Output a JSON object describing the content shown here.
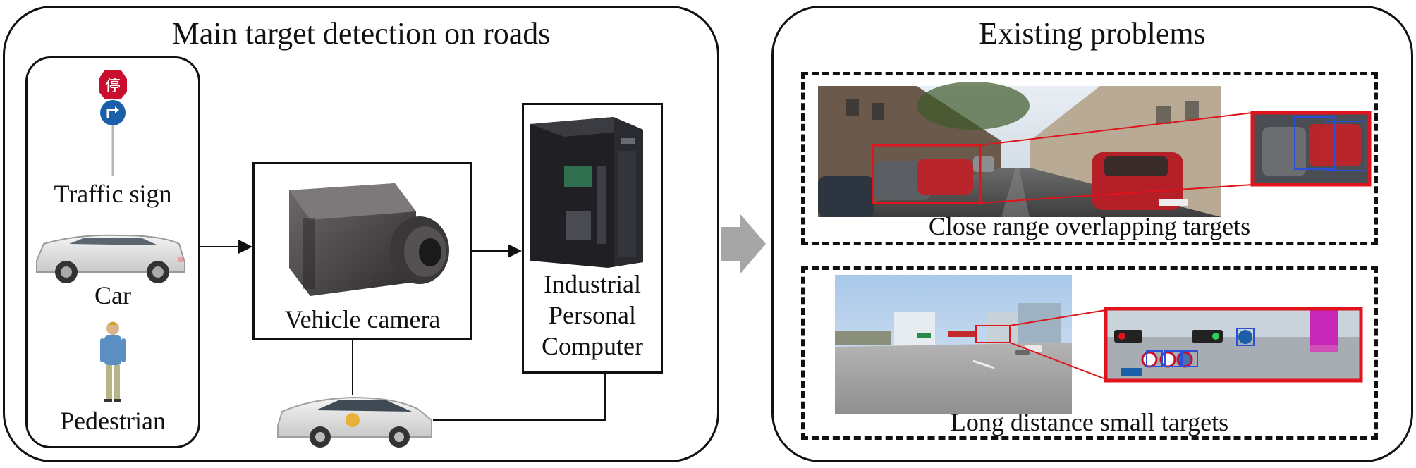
{
  "left_panel": {
    "title": "Main target detection on roads",
    "targets": {
      "traffic_sign": "Traffic sign",
      "car": "Car",
      "pedestrian": "Pedestrian",
      "stop_glyph": "停"
    },
    "camera_label": "Vehicle camera",
    "computer_label_lines": [
      "Industrial",
      "Personal",
      "Computer"
    ]
  },
  "right_panel": {
    "title": "Existing problems",
    "problems": [
      {
        "caption": "Close range overlapping targets"
      },
      {
        "caption": "Long distance small targets"
      }
    ]
  },
  "colors": {
    "line": "#111111",
    "flow_arrow": "#a6a6a6",
    "detection_red": "#e0141c",
    "detection_blue": "#2b4fd8",
    "sign_red": "#c8102e",
    "sign_blue": "#1b5fa8"
  }
}
